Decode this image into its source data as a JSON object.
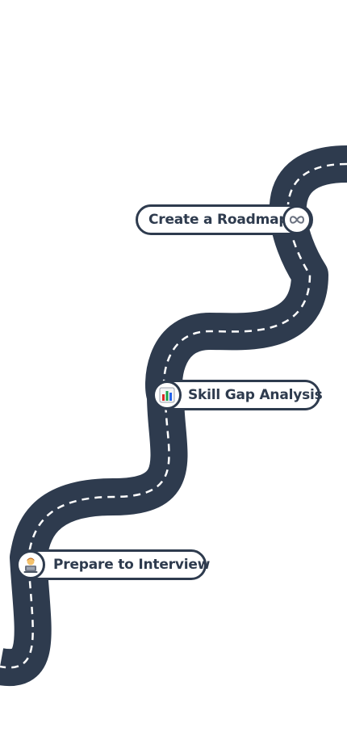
{
  "roadmap": {
    "steps": [
      {
        "label": "Create a Roadmap",
        "icon": "infinity-icon"
      },
      {
        "label": "Skill Gap Analysis",
        "icon": "bar-chart-icon"
      },
      {
        "label": "Prepare to Interview",
        "icon": "technologist-icon"
      }
    ],
    "colors": {
      "road": "#2e3b4e",
      "dash": "#ffffff",
      "pill_border": "#2e3b4e",
      "text": "#2e3b4e"
    }
  }
}
